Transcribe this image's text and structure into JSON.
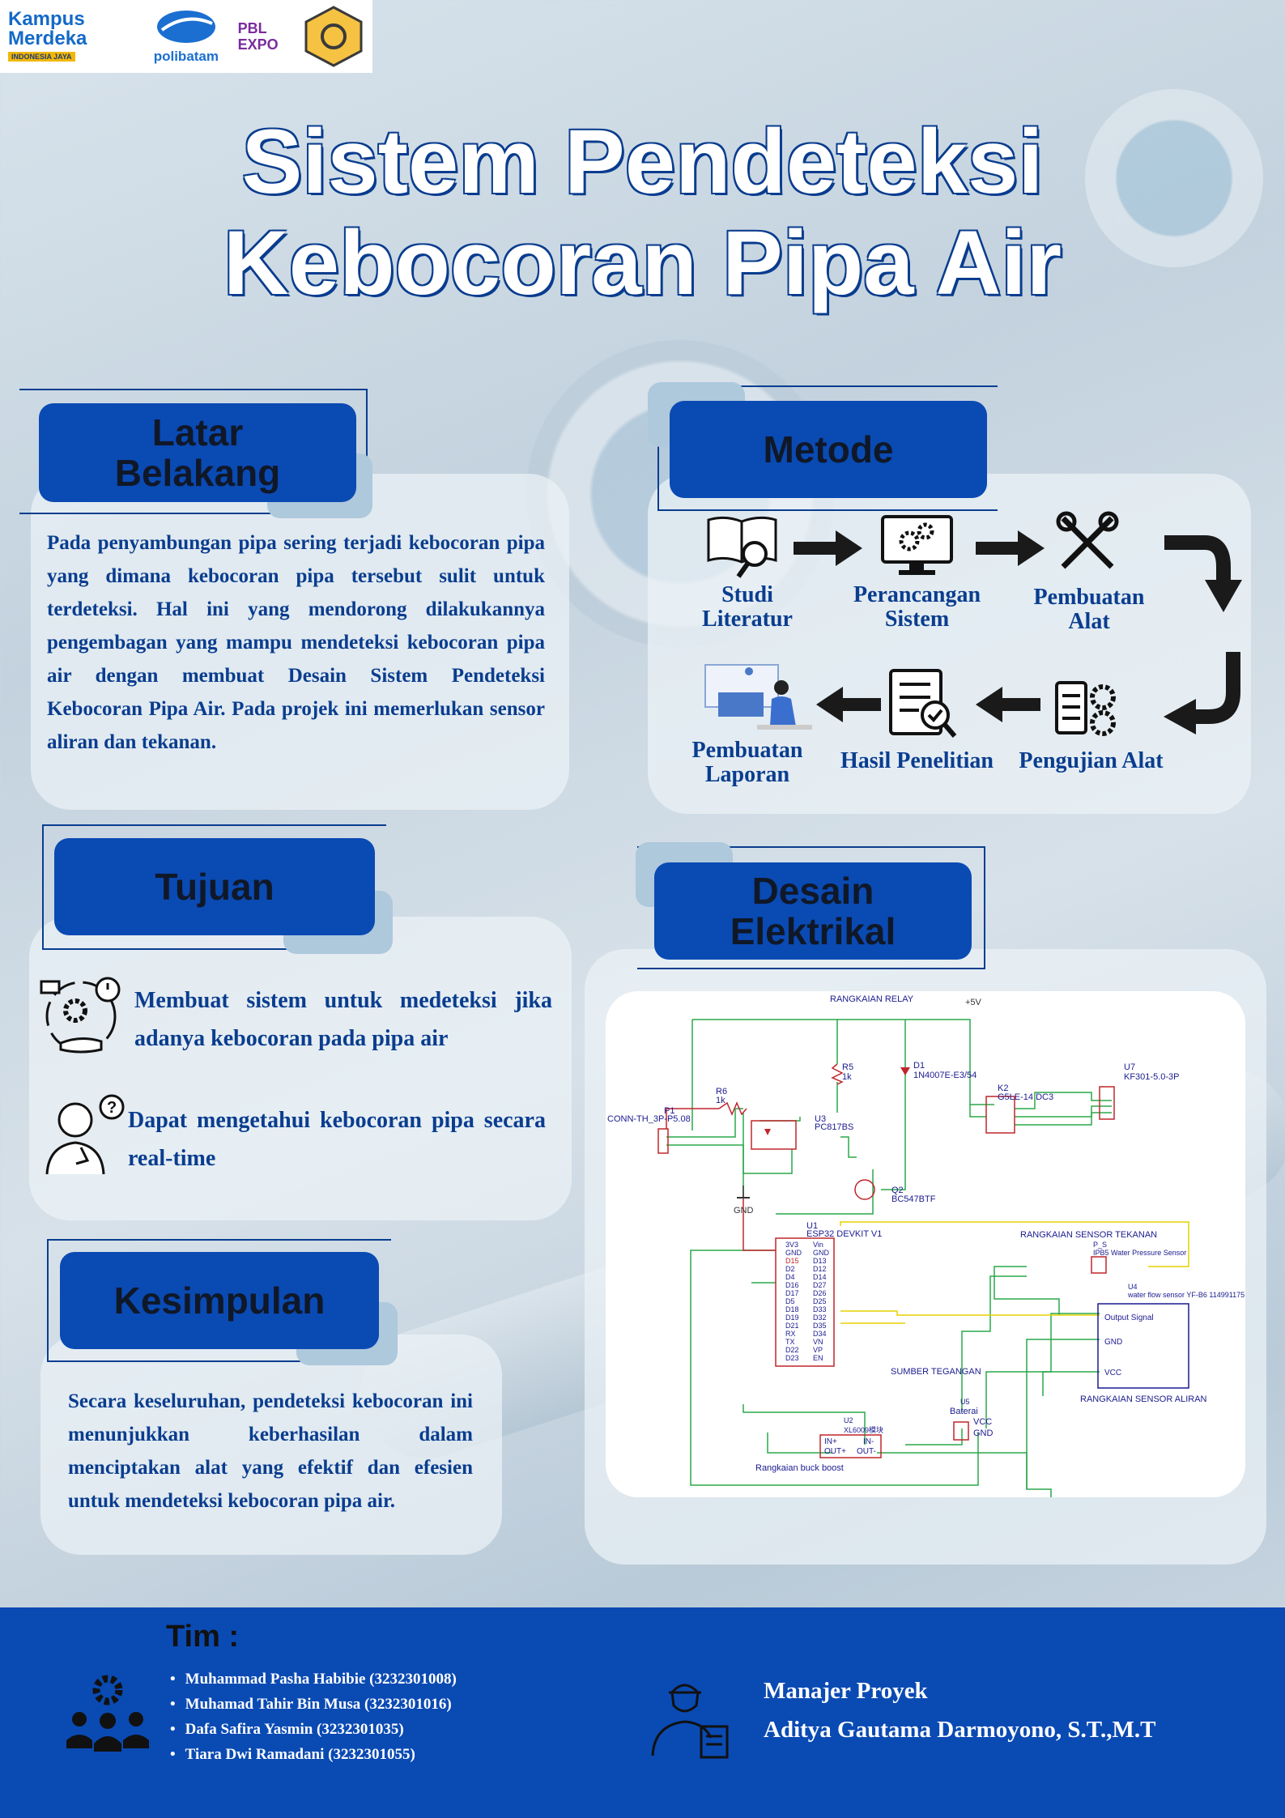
{
  "logos": {
    "kampus_merdeka": "Kampus Merdeka",
    "kampus_merdeka_sub": "INDONESIA JAYA",
    "polibatam": "polibatam",
    "pbl": "PBL EXPO"
  },
  "title": {
    "line1": "Sistem Pendeteksi",
    "line2": "Kebocoran Pipa Air"
  },
  "latar": {
    "heading": "Latar Belakang",
    "text": "Pada penyambungan pipa sering terjadi kebocoran pipa yang dimana kebocoran pipa tersebut sulit untuk terdeteksi. Hal ini yang mendorong dilakukannya pengembagan yang mampu mendeteksi kebocoran pipa air dengan membuat Desain Sistem Pendeteksi Kebocoran Pipa Air. Pada projek ini memerlukan sensor aliran dan tekanan."
  },
  "metode": {
    "heading": "Metode",
    "steps": [
      {
        "label": "Studi Literatur",
        "icon": "book-search-icon"
      },
      {
        "label": "Perancangan Sistem",
        "icon": "monitor-gears-icon"
      },
      {
        "label": "Pembuatan Alat",
        "icon": "tools-icon"
      },
      {
        "label": "Pengujian Alat",
        "icon": "checklist-gears-icon"
      },
      {
        "label": "Hasil Penelitian",
        "icon": "report-magnifier-icon"
      },
      {
        "label": "Pembuatan Laporan",
        "icon": "person-laptop-icon"
      }
    ]
  },
  "tujuan": {
    "heading": "Tujuan",
    "items": [
      {
        "text": "Membuat sistem untuk medeteksi jika adanya kebocoran pada pipa air",
        "icon": "time-gear-hand-icon"
      },
      {
        "text": "Dapat mengetahui kebocoran pipa secara real-time",
        "icon": "thinking-person-icon"
      }
    ]
  },
  "kesimpulan": {
    "heading": "Kesimpulan",
    "text": "Secara keseluruhan, pendeteksi kebocoran ini menunjukkan keberhasilan dalam menciptakan alat yang efektif dan efesien untuk mendeteksi kebocoran pipa air."
  },
  "desain": {
    "heading": "Desain Elektrikal",
    "labels": {
      "relay": "RANGKAIAN RELAY",
      "v5": "+5V",
      "r5": "R5",
      "r5v": "1k",
      "d1": "D1",
      "d1v": "1N4007E-E3/54",
      "k2": "K2",
      "k2v": "G5LE-14 DC3",
      "u7": "U7",
      "u7v": "KF301-5.0-3P",
      "r6": "R6",
      "r6v": "1k",
      "conn": "CONN-TH_3P-P5.08",
      "p1": "P1",
      "u3": "U3",
      "u3v": "PC817BS",
      "q2": "Q2",
      "q2v": "BC547BTF",
      "gnd": "GND",
      "u1": "U1",
      "u1v": "ESP32 DEVKIT V1",
      "tekanan": "RANGKAIAN SENSOR TEKANAN",
      "ps": "P_S",
      "psv": "IPB5 Water Pressure Sensor",
      "u4": "U4",
      "u4v": "water flow sensor YF-B6 114991175",
      "output": "Output Signal",
      "sgnd": "GND",
      "svcc": "VCC",
      "sumber": "SUMBER TEGANGAN",
      "u5": "U5",
      "baterai": "Baterai",
      "bvcc": "VCC",
      "bgnd": "GND",
      "aliran": "RANGKAIAN SENSOR ALIRAN",
      "u2": "U2",
      "u2v": "XL6009模块",
      "inp": "IN+",
      "inn": "IN-",
      "outp": "OUT+",
      "outn": "OUT-",
      "buck": "Rangkaian buck boost"
    },
    "esp_left": [
      "3V3",
      "GND",
      "D15",
      "D2",
      "D4",
      "D16",
      "D17",
      "D5",
      "D18",
      "D19",
      "D21",
      "RX",
      "TX",
      "D22",
      "D23"
    ],
    "esp_right": [
      "Vin",
      "GND",
      "D13",
      "D12",
      "D14",
      "D27",
      "D26",
      "D25",
      "D33",
      "D32",
      "D35",
      "D34",
      "VN",
      "VP",
      "EN"
    ]
  },
  "footer": {
    "tim_title": "Tim :",
    "members": [
      "Muhammad Pasha Habibie (3232301008)",
      "Muhamad Tahir Bin Musa (3232301016)",
      "Dafa Safira Yasmin (3232301035)",
      "Tiara Dwi Ramadani (3232301055)"
    ],
    "manager_role": "Manajer Proyek",
    "manager_name": "Aditya Gautama Darmoyono, S.T.,M.T"
  },
  "colors": {
    "primary": "#0a4ab3",
    "text_blue": "#0a3d8f",
    "arrow": "#1a1a1a"
  }
}
